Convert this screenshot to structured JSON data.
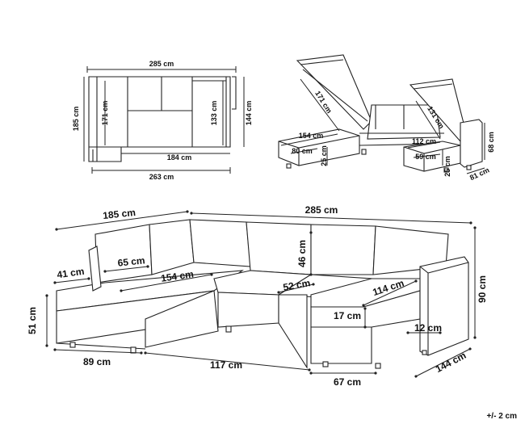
{
  "top_plan": {
    "width": "285 cm",
    "left_depth": "185 cm",
    "inner_depth": "171 cm",
    "middle_depth": "133 cm",
    "right_depth": "144 cm",
    "chaise_width": "184 cm",
    "base_width": "263 cm"
  },
  "storage_view": {
    "left_lid": "171 cm",
    "left_length": "154 cm",
    "left_width": "80 cm",
    "left_height": "25 cm",
    "right_lid": "131 cm",
    "right_length": "112 cm",
    "right_width": "59 cm",
    "right_height": "25 cm",
    "arm_height": "68 cm",
    "arm_depth": "81 cm"
  },
  "main_view": {
    "left_depth": "185 cm",
    "total_width": "285 cm",
    "arm_width": "41 cm",
    "back_cushion": "65 cm",
    "chaise_length": "154 cm",
    "back_height": "46 cm",
    "seat_depth": "52 cm",
    "right_chaise": "114 cm",
    "seat_height": "51 cm",
    "cushion_height": "17 cm",
    "arm_thickness": "12 cm",
    "total_height": "90 cm",
    "left_base": "89 cm",
    "middle_base": "117 cm",
    "right_base": "67 cm",
    "right_depth": "144 cm"
  },
  "tolerance": "+/- 2 cm"
}
